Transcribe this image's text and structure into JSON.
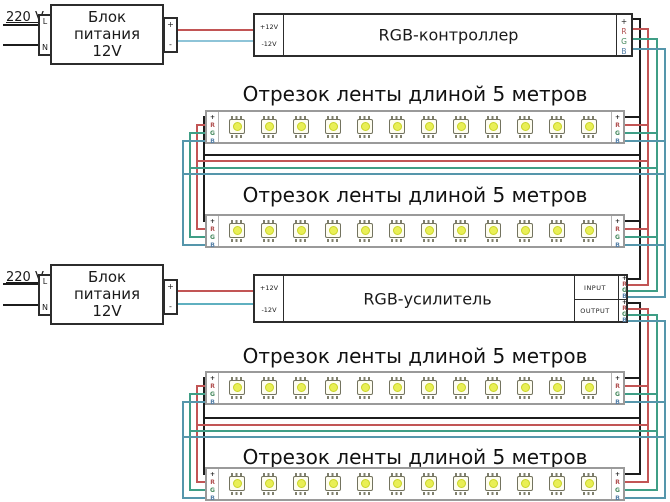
{
  "titles": {
    "strip_section": "Отрезок ленты длиной 5 метров"
  },
  "psu": {
    "mains_label": "220 V",
    "line1": "Блок",
    "line2": "питания",
    "line3": "12V",
    "terminal_l": "L",
    "terminal_n": "N",
    "terminal_plus": "+",
    "terminal_minus": "-"
  },
  "controller": {
    "title": "RGB-контроллер",
    "in_plus": "+12V",
    "in_minus": "-12V",
    "out_pads": [
      "+",
      "R",
      "G",
      "B"
    ]
  },
  "amplifier": {
    "title": "RGB-усилитель",
    "in_plus": "+12V",
    "in_minus": "-12V",
    "input_label": "INPUT",
    "output_label": "OUTPUT",
    "pads": [
      "+",
      "R",
      "G",
      "B"
    ]
  },
  "strip": {
    "count": 4,
    "led_count": 12,
    "pads": [
      "+",
      "R",
      "G",
      "B"
    ]
  },
  "colors": {
    "wire_black": "#1c1c1c",
    "wire_red": "#c25555",
    "wire_green": "#3f9e86",
    "wire_blue": "#5596ab",
    "psu1_minus_wire": "#8ec4d8",
    "psu2_minus_wire": "#5fb0c0",
    "pad_black": "#1a1a1a",
    "pad_red": "#b05050",
    "pad_green": "#46895e",
    "pad_blue": "#5580a8",
    "led_fill": "#e9ef55",
    "led_ring": "#c9d426"
  }
}
